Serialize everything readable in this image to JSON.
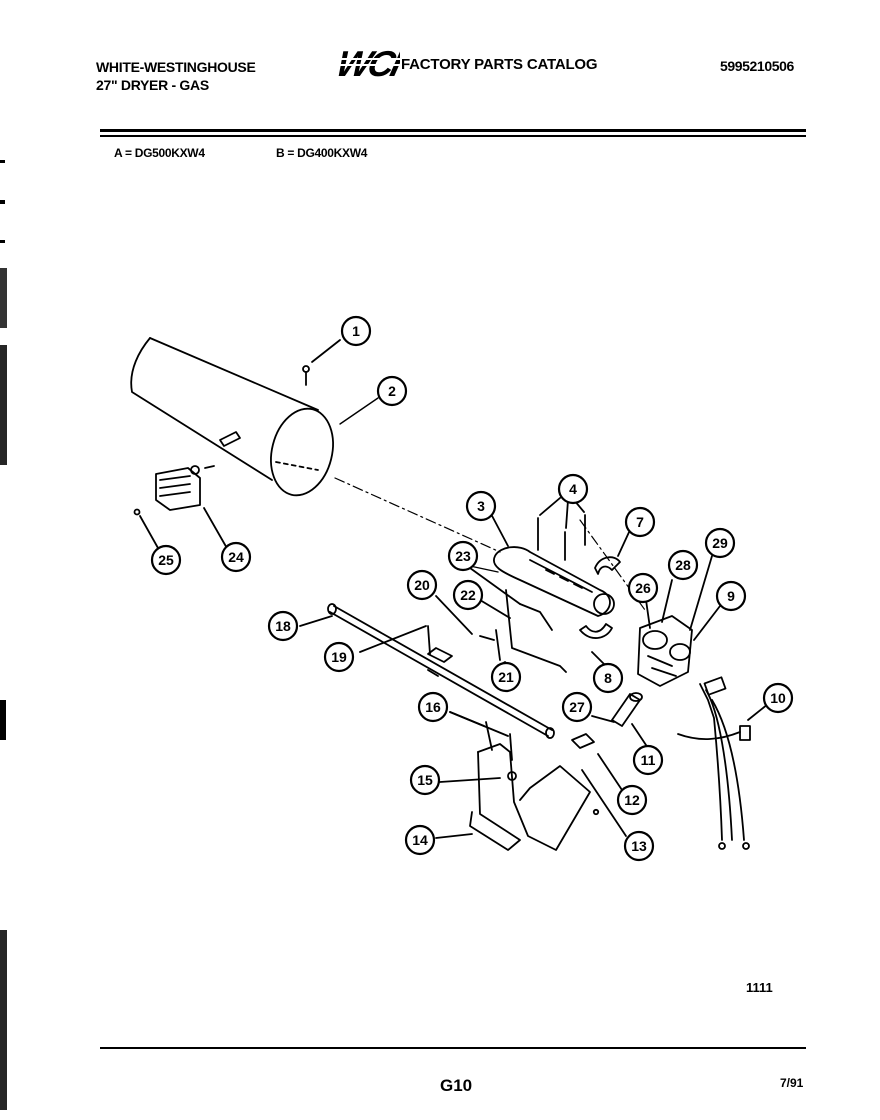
{
  "header": {
    "brand_line1": "WHITE-WESTINGHOUSE",
    "brand_line2": "27\" DRYER - GAS",
    "logo_text": "WCI",
    "catalog_title": "FACTORY PARTS CATALOG",
    "catalog_number": "5995210506"
  },
  "models": {
    "a": "A = DG500KXW4",
    "b": "B = DG400KXW4"
  },
  "callouts": [
    "1",
    "2",
    "3",
    "4",
    "7",
    "8",
    "9",
    "10",
    "11",
    "12",
    "13",
    "14",
    "15",
    "16",
    "18",
    "19",
    "20",
    "21",
    "22",
    "23",
    "24",
    "25",
    "26",
    "27",
    "28",
    "29"
  ],
  "footer": {
    "diagram_code": "1111",
    "page_number": "G10",
    "date": "7/91"
  }
}
